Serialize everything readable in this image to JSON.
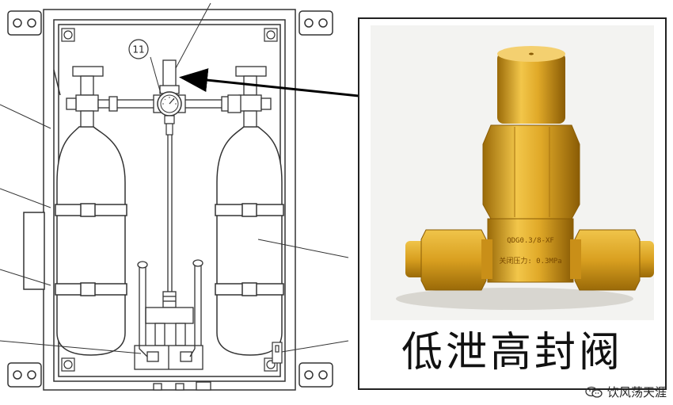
{
  "callout_number": "11",
  "photo": {
    "valve_marking_line1": "QDG0.3/8-XF",
    "valve_marking_line2": "关闭压力: 0.3MPa"
  },
  "caption": "低泄高封阀",
  "watermark": "饮风荡天涯",
  "icons": {
    "watermark_icon": "wechat-chat-icon",
    "mount_bracket": "mounting-bracket-icon"
  },
  "colors": {
    "line": "#333333",
    "brass": "#d8a21c",
    "arrow": "#000000"
  }
}
